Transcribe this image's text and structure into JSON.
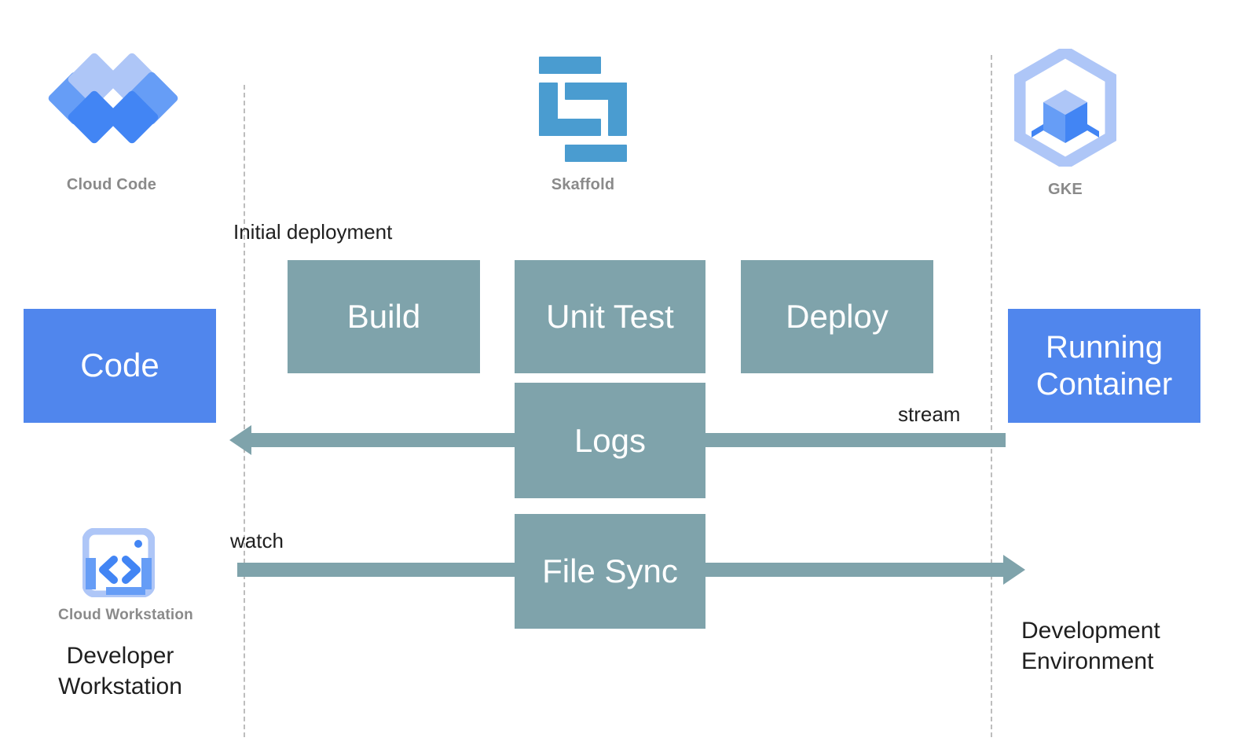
{
  "diagram": {
    "title": "Skaffold continuous development loop",
    "colors": {
      "blue": "#5086ed",
      "teal": "#7fa3ab",
      "skaffold_blue": "#4a9cd0",
      "gke_light_blue": "#aec6f7",
      "gke_mid_blue": "#669df6",
      "gke_deep_blue": "#4285f4",
      "caption_gray": "#8a8a8a",
      "dashed_line": "#bdbdbd",
      "text_dark": "#1f1f1f"
    }
  },
  "logos": [
    {
      "id": "cloud-code",
      "caption": "Cloud Code",
      "icon": "cloud-code-diamonds-icon"
    },
    {
      "id": "skaffold",
      "caption": "Skaffold",
      "icon": "skaffold-s-blocks-icon"
    },
    {
      "id": "gke",
      "caption": "GKE",
      "icon": "gke-hexagon-cube-icon"
    },
    {
      "id": "cloud-workstation",
      "caption": "Cloud Workstation",
      "icon": "cloud-workstation-browser-code-icon"
    }
  ],
  "endpoints": {
    "code": "Code",
    "running_container": "Running\nContainer"
  },
  "stages": {
    "build": "Build",
    "unit_test": "Unit Test",
    "deploy": "Deploy",
    "logs": "Logs",
    "file_sync": "File Sync"
  },
  "edge_labels": {
    "initial_deployment": "Initial deployment",
    "stream": "stream",
    "watch": "watch"
  },
  "environments": {
    "left": "Developer\nWorkstation",
    "right": "Development\nEnvironment"
  },
  "boundaries": {
    "left_label": "developer-workstation-boundary",
    "right_label": "development-environment-boundary"
  }
}
